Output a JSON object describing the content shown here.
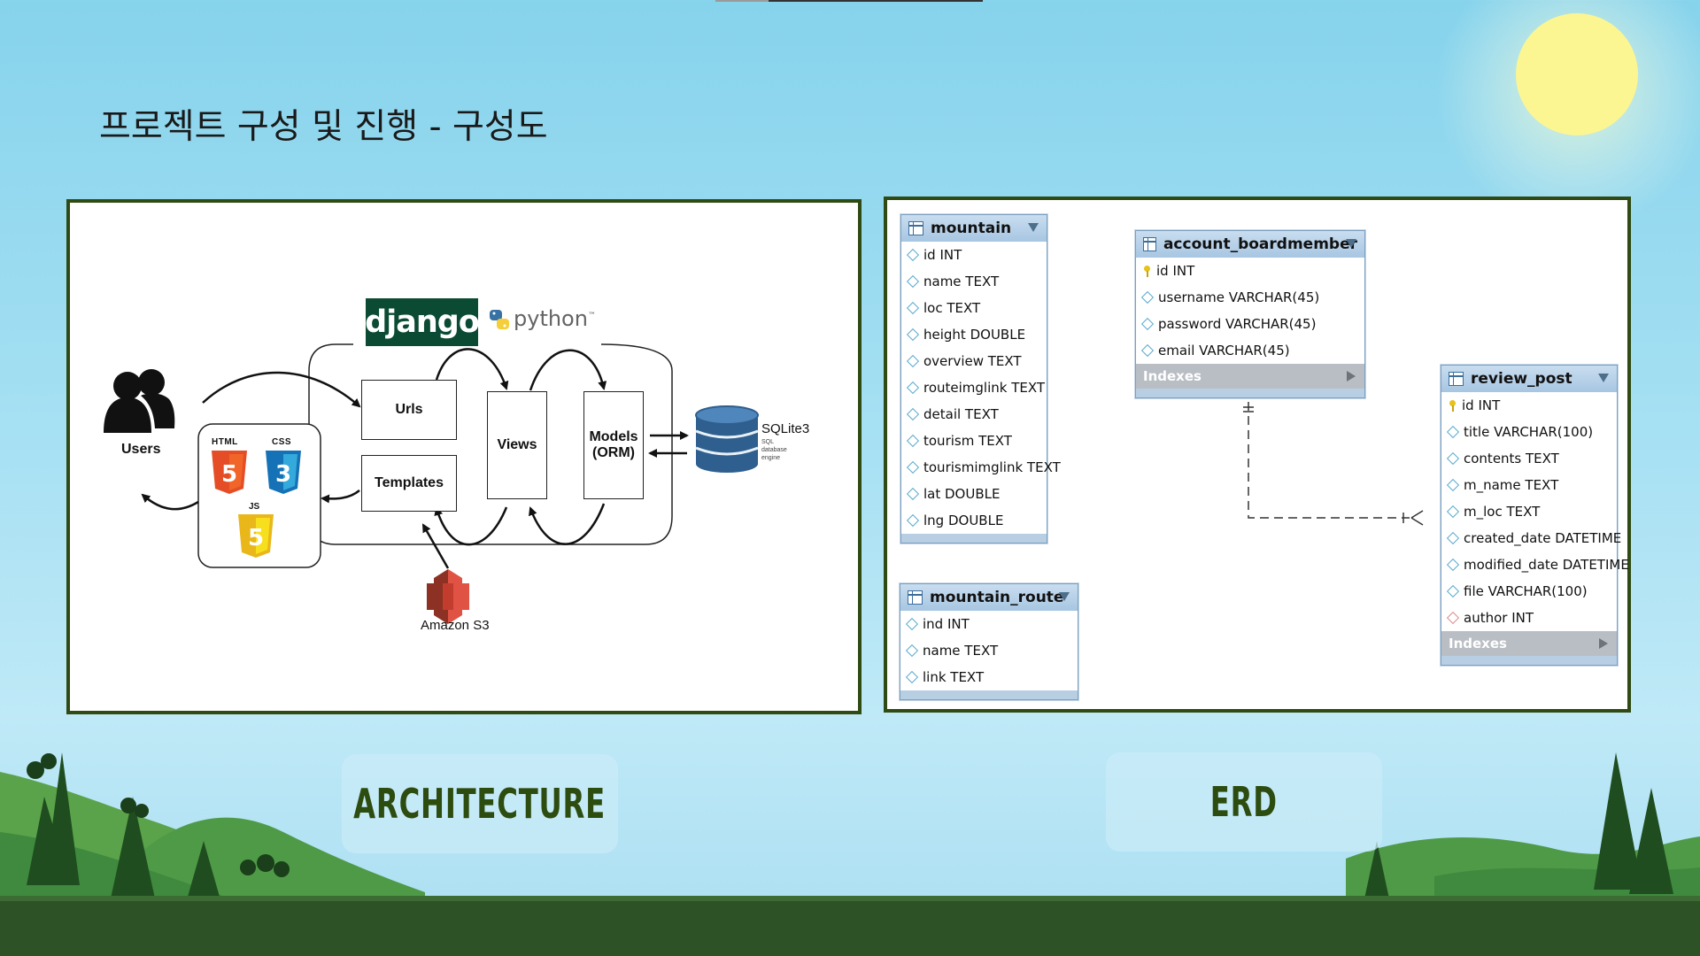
{
  "slide": {
    "title": "프로젝트 구성 및 진행 - 구성도"
  },
  "labels": {
    "architecture": "ARCHITECTURE",
    "erd": "ERD"
  },
  "architecture": {
    "django": "django",
    "python": "python",
    "python_tm": "™",
    "users": "Users",
    "urls": "Urls",
    "templates": "Templates",
    "views": "Views",
    "models_line1": "Models",
    "models_line2": "(ORM)",
    "sqlite": "SQLite3",
    "sqlite_sub1": "SQL",
    "sqlite_sub2": "database",
    "sqlite_sub3": "engine",
    "amazon": "Amazon S3",
    "html": "HTML",
    "css": "CSS",
    "js": "JS"
  },
  "erd": {
    "indexes_label": "Indexes",
    "tables": {
      "mountain": {
        "name": "mountain",
        "columns": [
          "id INT",
          "name TEXT",
          "loc TEXT",
          "height DOUBLE",
          "overview TEXT",
          "routeimglink TEXT",
          "detail TEXT",
          "tourism TEXT",
          "tourismimglink TEXT",
          "lat DOUBLE",
          "lng DOUBLE"
        ]
      },
      "mountain_route": {
        "name": "mountain_route",
        "columns": [
          "ind INT",
          "name TEXT",
          "link TEXT"
        ]
      },
      "account_boardmember": {
        "name": "account_boardmember",
        "columns": [
          "id INT",
          "username VARCHAR(45)",
          "password VARCHAR(45)",
          "email VARCHAR(45)"
        ]
      },
      "review_post": {
        "name": "review_post",
        "columns": [
          "id INT",
          "title VARCHAR(100)",
          "contents TEXT",
          "m_name TEXT",
          "m_loc TEXT",
          "created_date DATETIME",
          "modified_date DATETIME",
          "file VARCHAR(100)",
          "author INT"
        ]
      }
    }
  },
  "colors": {
    "panel_border": "#2f4a13",
    "label_text": "#2d4c0f",
    "sun": "#fbf691",
    "django_green": "#0c4b33"
  }
}
